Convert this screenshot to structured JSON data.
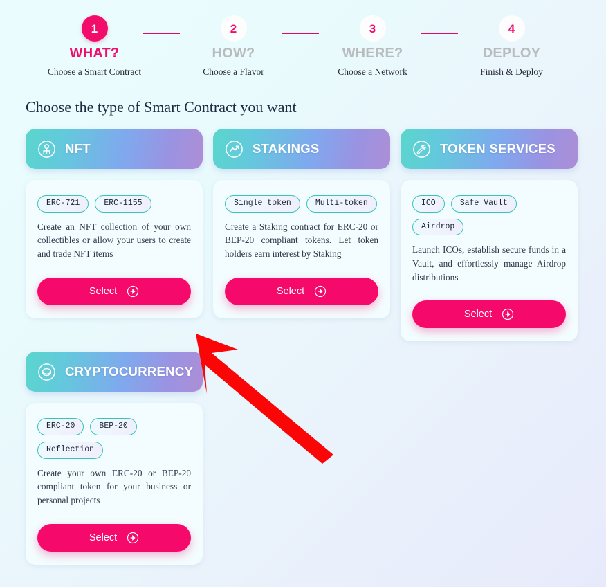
{
  "stepper": {
    "steps": [
      {
        "number": "1",
        "title": "WHAT?",
        "subtitle": "Choose a Smart Contract",
        "state": "active"
      },
      {
        "number": "2",
        "title": "HOW?",
        "subtitle": "Choose a Flavor",
        "state": "inactive"
      },
      {
        "number": "3",
        "title": "WHERE?",
        "subtitle": "Choose a Network",
        "state": "inactive"
      },
      {
        "number": "4",
        "title": "DEPLOY",
        "subtitle": "Finish & Deploy",
        "state": "inactive"
      }
    ]
  },
  "section": {
    "title": "Choose the type of Smart Contract you want"
  },
  "contract_types": [
    {
      "name": "NFT",
      "icon": "nft-badge-icon",
      "tags": [
        "ERC-721",
        "ERC-1155"
      ],
      "description": "Create an NFT collection of your own collectibles or allow your users to create and trade NFT items",
      "select_label": "Select"
    },
    {
      "name": "STAKINGS",
      "icon": "trend-chart-icon",
      "tags": [
        "Single token",
        "Multi-token"
      ],
      "description": "Create a Staking contract for ERC-20 or BEP-20 compliant tokens. Let token holders earn interest by Staking",
      "select_label": "Select"
    },
    {
      "name": "TOKEN SERVICES",
      "icon": "wrench-icon",
      "tags": [
        "ICO",
        "Safe Vault",
        "Airdrop"
      ],
      "description": "Launch ICOs, establish secure funds in a Vault, and effortlessly manage Airdrop distributions",
      "select_label": "Select"
    },
    {
      "name": "CRYPTOCURRENCY",
      "icon": "coin-icon",
      "tags": [
        "ERC-20",
        "BEP-20",
        "Reflection"
      ],
      "description": "Create your own ERC-20 or BEP-20 compliant token for your business or personal projects",
      "select_label": "Select"
    }
  ],
  "annotation": {
    "name": "red-pointer-arrow",
    "color": "#fb0606",
    "points_to": "NFT Select"
  },
  "colors": {
    "accent_pink": "#f50a6b",
    "header_gradient_start": "#5ad6cd",
    "header_gradient_mid": "#7fa9ee",
    "header_gradient_end": "#ad8ed6",
    "tag_border": "#36c5bd",
    "inactive_step": "#b9bcbe",
    "page_bg_start": "#eafcfd",
    "page_bg_end": "#e7eafb"
  }
}
